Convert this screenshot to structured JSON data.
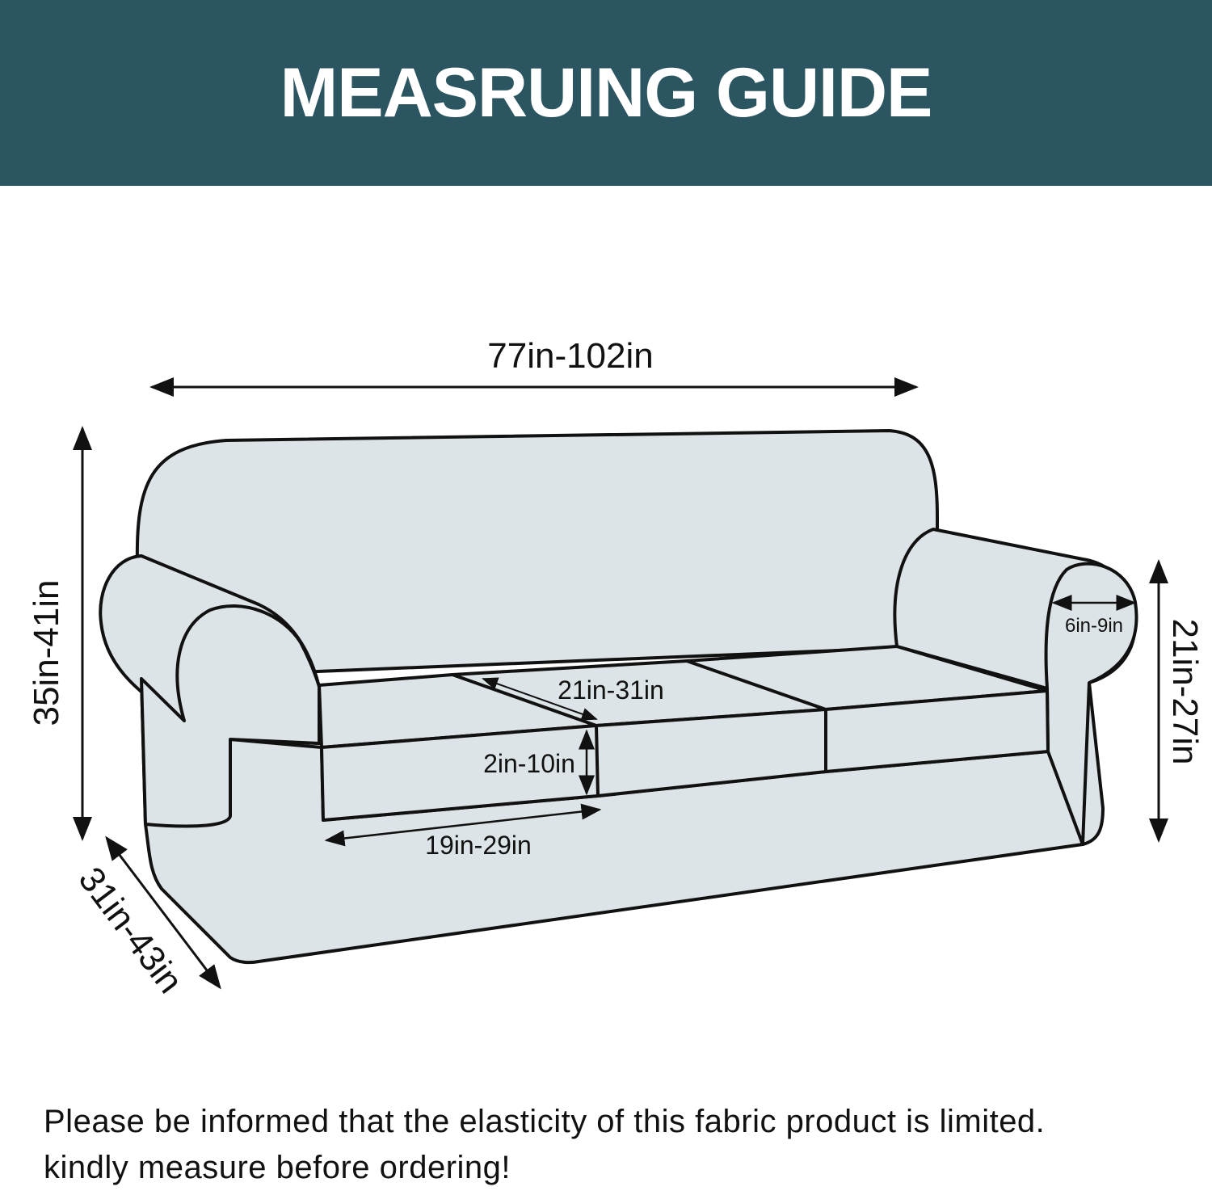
{
  "header": {
    "title": "MEASRUING GUIDE"
  },
  "colors": {
    "header_bg": "#2b5661",
    "sofa_fill": "#dde4e7",
    "outline": "#111111"
  },
  "dimensions": {
    "width": "77in-102in",
    "height": "35in-41in",
    "depth": "31in-43in",
    "arm_height": "21in-27in",
    "arm_width": "6in-9in",
    "cushion_depth": "21in-31in",
    "cushion_thickness": "2in-10in",
    "cushion_width": "19in-29in"
  },
  "note": {
    "line1": "Please be informed that the elasticity of this fabric product is limited.",
    "line2": "kindly measure before ordering!"
  }
}
